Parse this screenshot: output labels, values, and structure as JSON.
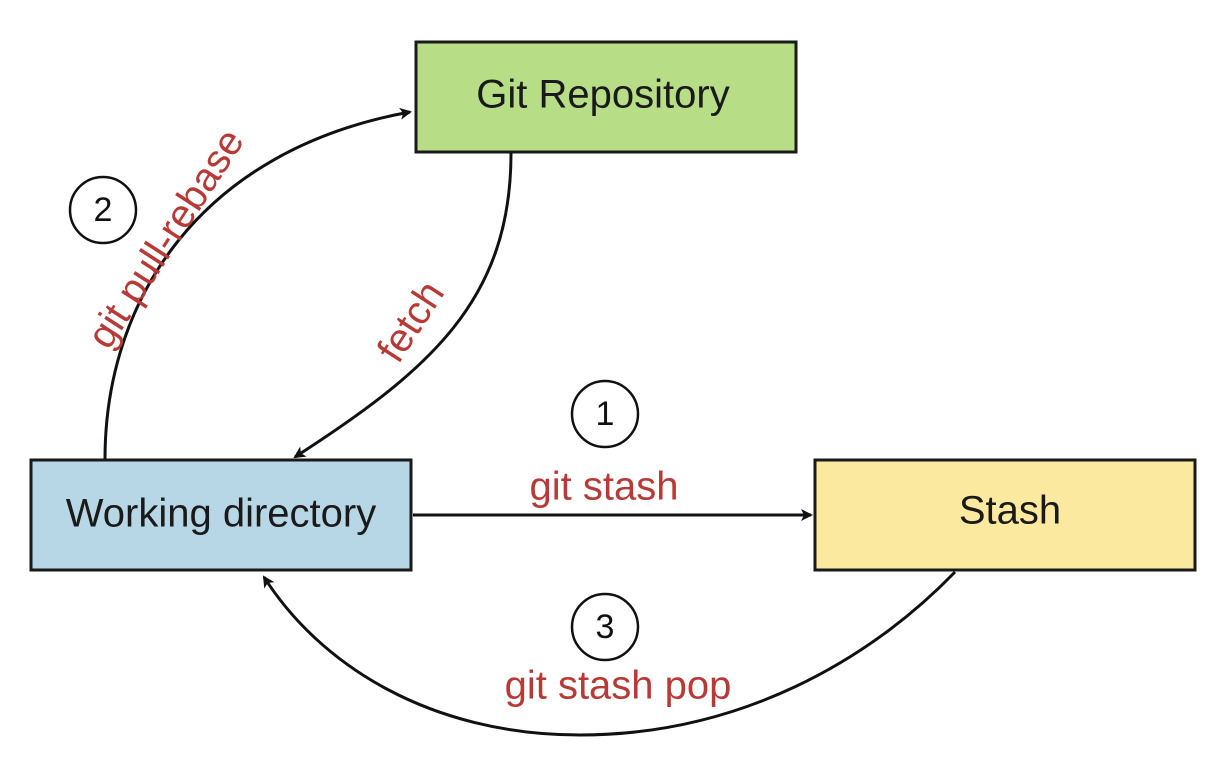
{
  "colors": {
    "repo_fill": "#b7dd86",
    "working_fill": "#b8d7e6",
    "stash_fill": "#fbe9a0",
    "label_red": "#b83a36",
    "stroke": "#111111"
  },
  "nodes": {
    "repository": "Git Repository",
    "working_directory": "Working directory",
    "stash": "Stash"
  },
  "edges": {
    "git_stash": {
      "step": "1",
      "label": "git stash"
    },
    "git_pull_rebase": {
      "step": "2",
      "label": "git pull-rebase"
    },
    "git_stash_pop": {
      "step": "3",
      "label": "git stash pop"
    },
    "fetch": {
      "label": "fetch"
    }
  }
}
